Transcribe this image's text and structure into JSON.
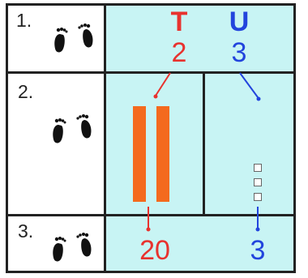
{
  "rows": [
    {
      "step": "1.",
      "icon": "footprints-icon"
    },
    {
      "step": "2.",
      "icon": "footprints-icon"
    },
    {
      "step": "3.",
      "icon": "footprints-icon"
    }
  ],
  "header": {
    "t_label": "T",
    "u_label": "U",
    "t_value": "2",
    "u_value": "3"
  },
  "result": {
    "t_value": "20",
    "u_value": "3"
  },
  "colors": {
    "tens": "#e8322e",
    "units": "#2244dd",
    "background_cyan": "#c8f4f4",
    "rod": "#f46a1e"
  }
}
